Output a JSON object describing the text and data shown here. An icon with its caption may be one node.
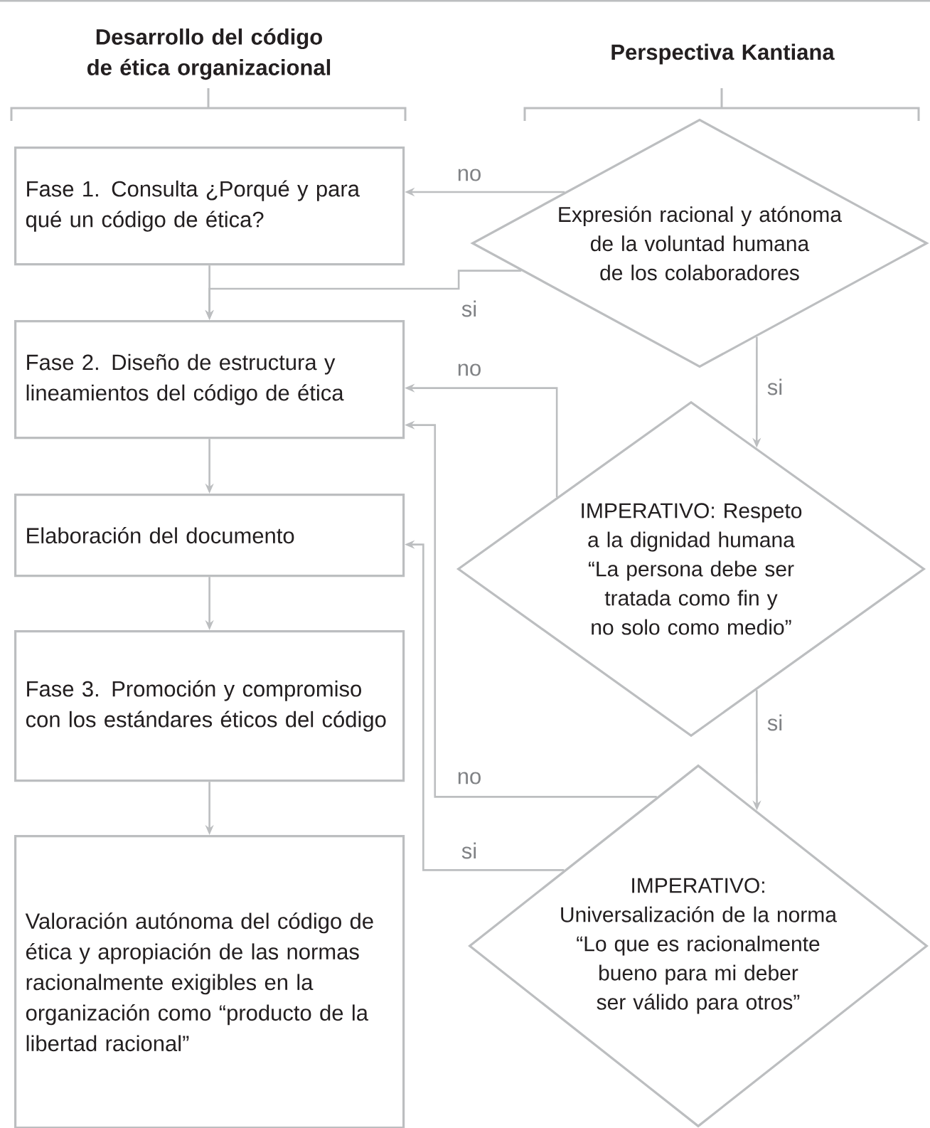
{
  "diagram": {
    "nodes": [
      {
        "text": [
          "Fase 1. Consulta ¿Porqué y para qué un código de ética?"
        ]
      },
      {
        "text": [
          "Fase 2. Diseño de estructura y lineamientos del código de ética"
        ]
      },
      {
        "text": [
          "Elaboración del documento"
        ]
      },
      {
        "text": [
          "Fase 3. Promoción y compromiso con los estándares éticos del código"
        ]
      },
      {
        "text": [
          "Valoración autónoma del código de ética y apropiación de las normas racionalmente exigibles en la organización como “producto de la libertad racional”"
        ]
      },
      {
        "text": [
          "Expresión racional y atónoma de la voluntad humana de los colaboradores"
        ]
      },
      {
        "text": [
          "IMPERATIVO: Respeto a la dignidad humana “La persona debe ser tratada como fin y no solo como medio”"
        ]
      },
      {
        "text": [
          "IMPERATIVO: Universalización de la norma “Lo que es racionalmente bueno para mi deber ser válido para otros”"
        ]
      }
    ],
    "edges": [
      {
        "from": 0,
        "to": 1,
        "arrow": "to"
      },
      {
        "from": 1,
        "to": 2,
        "arrow": "to"
      },
      {
        "from": 2,
        "to": 3,
        "arrow": "to"
      },
      {
        "from": 3,
        "to": 4,
        "arrow": "to"
      },
      {
        "from": 5,
        "to": 0,
        "arrow": "to",
        "label": "no"
      },
      {
        "from": 5,
        "to": 1,
        "arrow": "to",
        "label": "si"
      },
      {
        "from": 5,
        "to": 6,
        "arrow": "to",
        "label": "si"
      },
      {
        "from": 6,
        "to": 1,
        "arrow": "to",
        "label": "no"
      },
      {
        "from": 6,
        "to": 7,
        "arrow": "to",
        "label": "si"
      },
      {
        "from": 7,
        "to": 1,
        "arrow": "to",
        "label": "no"
      },
      {
        "from": 7,
        "to": 2,
        "arrow": "to",
        "label": "si"
      }
    ],
    "labels": [
      "Desarrollo del código de ética organizacional",
      "Perspectiva Kantiana"
    ]
  }
}
